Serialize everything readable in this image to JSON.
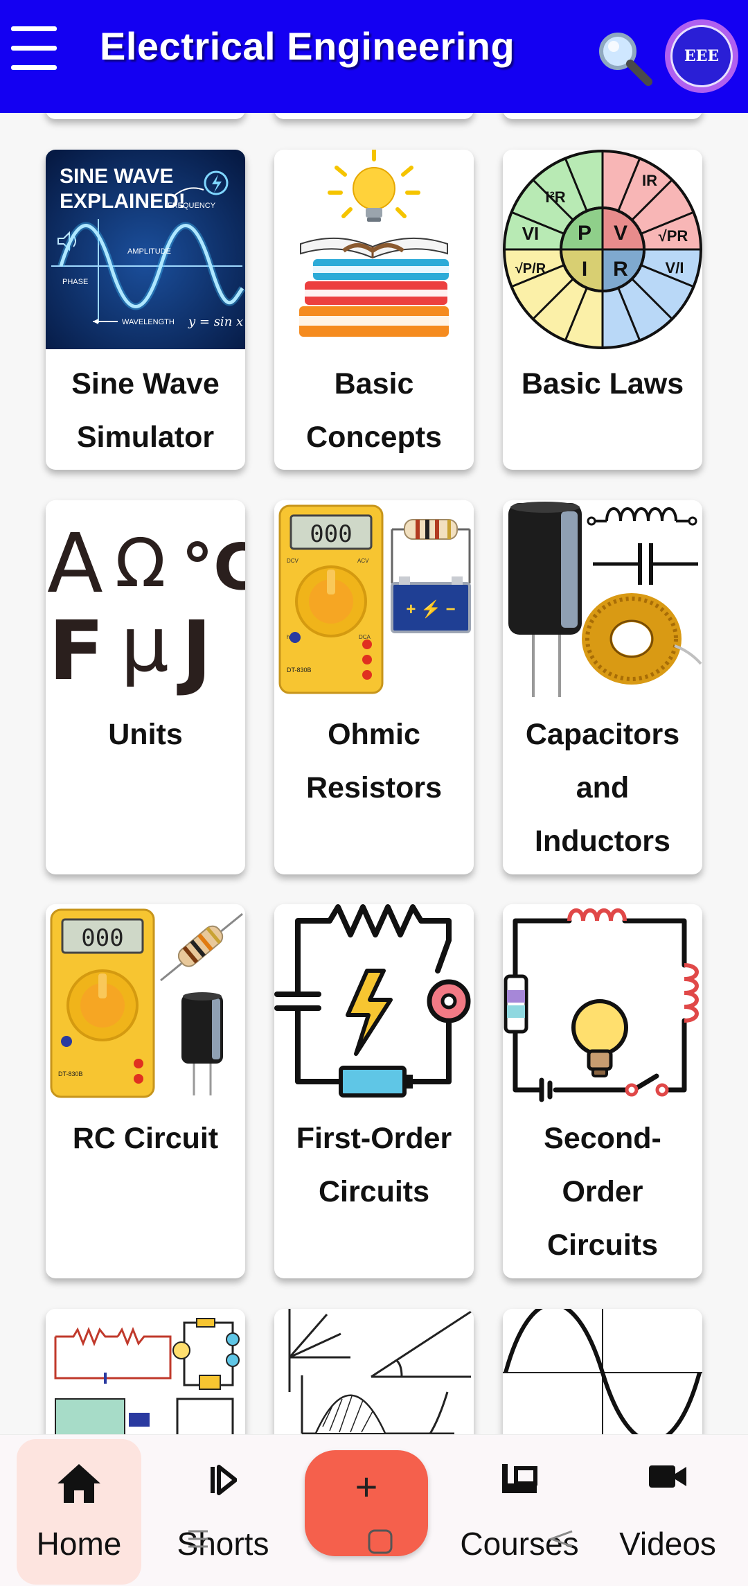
{
  "app_bar": {
    "title": "Electrical Engineering",
    "menu_icon": "hamburger-menu-icon",
    "search_icon": "magnifier-search-icon",
    "avatar_text": "EEE"
  },
  "grid": {
    "cards": [
      {
        "id": "sine-wave-simulator",
        "lines": [
          "Sine Wave",
          "Simulator"
        ],
        "image": "sine-wave-explained-thumbnail",
        "thumb_text": {
          "line1": "SINE WAVE",
          "line2": "EXPLAINED!",
          "frequency": "FREQUENCY",
          "amplitude": "AMPLITUDE",
          "phase": "PHASE",
          "wavelength": "WAVELENGTH",
          "formula": "y = sin x"
        }
      },
      {
        "id": "basic-concepts",
        "lines": [
          "Basic",
          "Concepts"
        ],
        "image": "books-lightbulb-thumbnail"
      },
      {
        "id": "basic-laws",
        "lines": [
          "Basic Laws"
        ],
        "image": "power-formula-wheel-thumbnail",
        "thumb_text": {
          "center_p": "P",
          "center_v": "V",
          "center_i": "I",
          "center_r": "R",
          "vi": "VI",
          "i2r": "I²R",
          "ir": "IR",
          "vp": "√PR",
          "vi2": "V/I",
          "pr": "√P/R"
        }
      },
      {
        "id": "units",
        "lines": [
          "Units"
        ],
        "image": "unit-symbols-thumbnail",
        "thumb_text": {
          "a": "A",
          "omega": "Ω",
          "c": "°C",
          "f": "F",
          "mu": "μ",
          "j": "J"
        }
      },
      {
        "id": "ohmic-resistors",
        "lines": [
          "Ohmic",
          "Resistors"
        ],
        "image": "multimeter-resistor-battery-thumbnail",
        "thumb_text": {
          "display": "000",
          "model": "DT-830B",
          "battery": "+ ⚡ −"
        }
      },
      {
        "id": "capacitors-and-inductors",
        "lines": [
          "Capacitors",
          "and",
          "Inductors"
        ],
        "image": "capacitor-inductor-thumbnail"
      },
      {
        "id": "rc-circuit",
        "lines": [
          "RC Circuit"
        ],
        "image": "multimeter-resistor-capacitor-thumbnail",
        "thumb_text": {
          "display": "000",
          "model": "DT-830B"
        }
      },
      {
        "id": "first-order-circuits",
        "lines": [
          "First-Order",
          "Circuits"
        ],
        "image": "circuit-lightning-thumbnail"
      },
      {
        "id": "second-order-circuits",
        "lines": [
          "Second-",
          "Order",
          "Circuits"
        ],
        "image": "circuit-bulb-thumbnail"
      },
      {
        "id": "partial-card-4-1",
        "lines": [],
        "image": "circuit-diagrams-thumbnail"
      },
      {
        "id": "partial-card-4-2",
        "lines": [],
        "image": "vectors-angle-thumbnail"
      },
      {
        "id": "partial-card-4-3",
        "lines": [],
        "image": "sine-curve-thumbnail"
      }
    ]
  },
  "bottom_nav": {
    "items": [
      {
        "id": "home",
        "label": "Home",
        "icon": "home-icon",
        "selected": true
      },
      {
        "id": "shorts",
        "label": "Shorts",
        "icon": "shorts-play-icon",
        "selected": false
      },
      {
        "id": "courses",
        "label": "Courses",
        "icon": "courses-icon",
        "selected": false
      },
      {
        "id": "videos",
        "label": "Videos",
        "icon": "video-camera-icon",
        "selected": false
      }
    ],
    "fab": {
      "label": "+",
      "icon": "plus-icon"
    }
  },
  "colors": {
    "app_bar": "#1400f2",
    "fab": "#f5604c",
    "home_pill": "#fde4df"
  }
}
